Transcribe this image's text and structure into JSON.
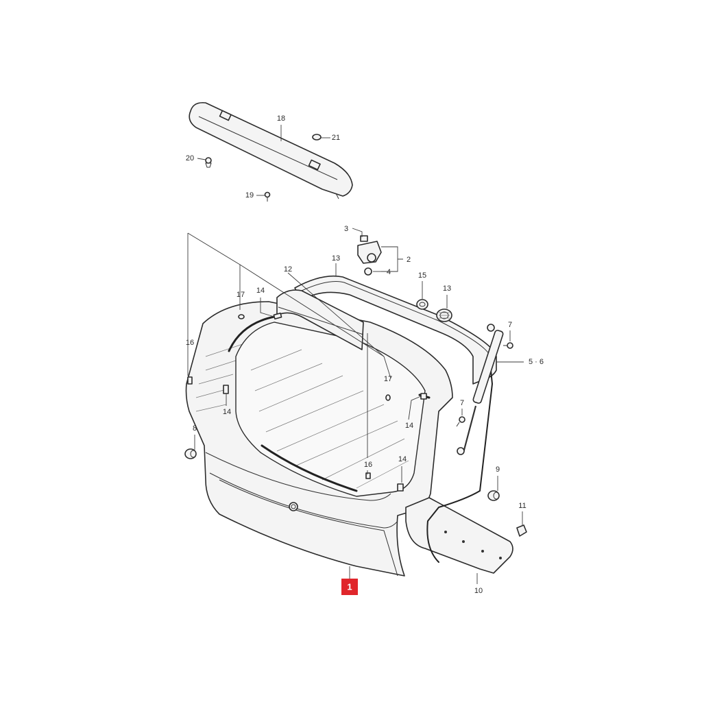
{
  "diagram": {
    "highlight_color": "#e0262b",
    "callouts": [
      {
        "id": "c1",
        "text": "1",
        "highlight": true
      },
      {
        "id": "c2",
        "text": "2"
      },
      {
        "id": "c3",
        "text": "3"
      },
      {
        "id": "c4",
        "text": "4"
      },
      {
        "id": "c56",
        "text": "5 · 6"
      },
      {
        "id": "c7a",
        "text": "7"
      },
      {
        "id": "c7b",
        "text": "7"
      },
      {
        "id": "c8",
        "text": "8"
      },
      {
        "id": "c9",
        "text": "9"
      },
      {
        "id": "c10",
        "text": "10"
      },
      {
        "id": "c11",
        "text": "11"
      },
      {
        "id": "c12",
        "text": "12"
      },
      {
        "id": "c13a",
        "text": "13"
      },
      {
        "id": "c13b",
        "text": "13"
      },
      {
        "id": "c14a",
        "text": "14"
      },
      {
        "id": "c14b",
        "text": "14"
      },
      {
        "id": "c14c",
        "text": "14"
      },
      {
        "id": "c14d",
        "text": "14"
      },
      {
        "id": "c15",
        "text": "15"
      },
      {
        "id": "c16a",
        "text": "16"
      },
      {
        "id": "c16b",
        "text": "16"
      },
      {
        "id": "c17a",
        "text": "17"
      },
      {
        "id": "c17b",
        "text": "17"
      },
      {
        "id": "c18",
        "text": "18"
      },
      {
        "id": "c19",
        "text": "19"
      },
      {
        "id": "c20",
        "text": "20"
      },
      {
        "id": "c21",
        "text": "21"
      }
    ]
  }
}
